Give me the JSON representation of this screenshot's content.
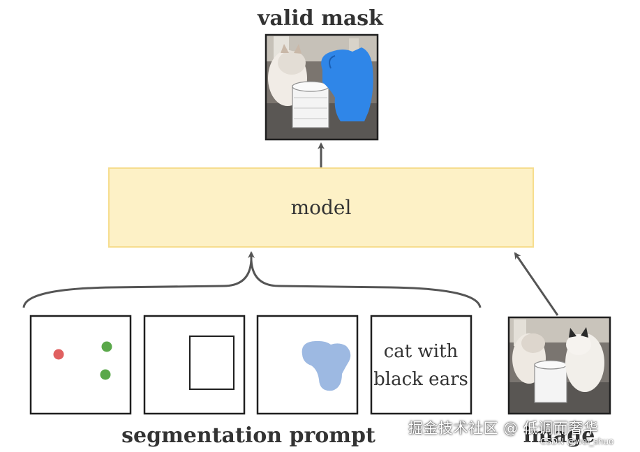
{
  "output": {
    "label": "valid mask",
    "image": "cat-photo-with-blue-mask-overlay"
  },
  "model": {
    "label": "model",
    "fill": "#fdf1c6",
    "stroke": "#f6dd8e"
  },
  "prompts": {
    "label": "segmentation prompt",
    "points": {
      "foreground_color": "#5aa84a",
      "background_color": "#e06060"
    },
    "mask_color": "#9db9e2",
    "text_line1": "cat with",
    "text_line2": "black ears"
  },
  "image": {
    "label": "image",
    "image": "cat-photo"
  },
  "watermark": {
    "text": "掘金技术社区 @ 低调而奢华",
    "credit": "CSDN @wei_shuo"
  }
}
